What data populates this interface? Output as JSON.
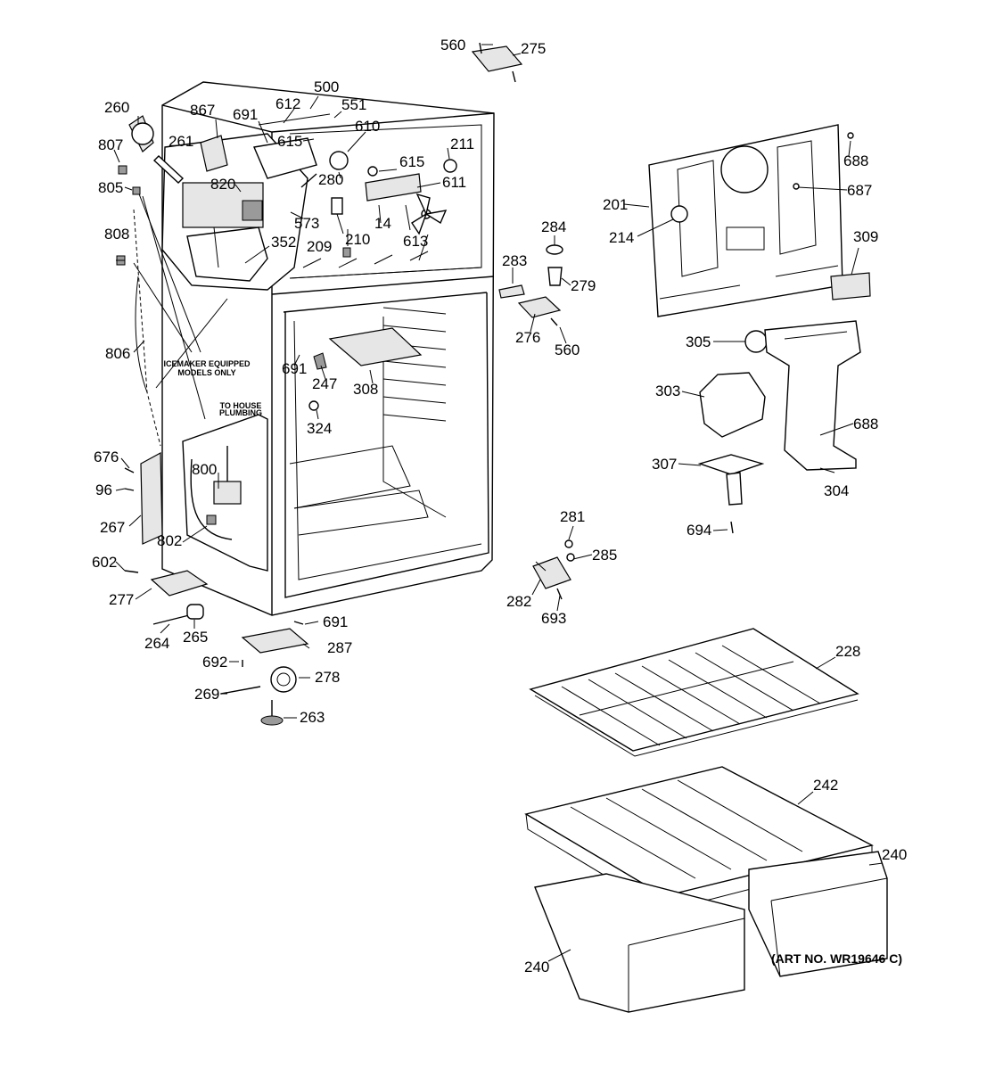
{
  "notes": {
    "icemaker_line1": "ICEMAKER EQUIPPED",
    "icemaker_line2": "MODELS ONLY",
    "house_line1": "TO HOUSE",
    "house_line2": "PLUMBING"
  },
  "art_number": "(ART NO. WR19646 C)",
  "labels": {
    "p560a": "560",
    "p275": "275",
    "p500": "500",
    "p612": "612",
    "p551": "551",
    "p691a": "691",
    "p610": "610",
    "p260": "260",
    "p867": "867",
    "p615a": "615",
    "p211": "211",
    "p807": "807",
    "p261": "261",
    "p615b": "615",
    "p688a": "688",
    "p820": "820",
    "p280": "280",
    "p611": "611",
    "p805": "805",
    "p687": "687",
    "p201": "201",
    "p573": "573",
    "p14": "14",
    "p284": "284",
    "p214": "214",
    "p209": "209",
    "p210": "210",
    "p613": "613",
    "p309": "309",
    "p808": "808",
    "p352": "352",
    "p283": "283",
    "p279": "279",
    "p276": "276",
    "p560b": "560",
    "p305": "305",
    "p806": "806",
    "p691b": "691",
    "p247": "247",
    "p308": "308",
    "p303": "303",
    "p688b": "688",
    "p324": "324",
    "p676": "676",
    "p800": "800",
    "p307": "307",
    "p304": "304",
    "p96": "96",
    "p267": "267",
    "p802": "802",
    "p281": "281",
    "p694": "694",
    "p602": "602",
    "p285": "285",
    "p282": "282",
    "p277": "277",
    "p693": "693",
    "p691c": "691",
    "p264": "264",
    "p265": "265",
    "p287": "287",
    "p228": "228",
    "p692": "692",
    "p278": "278",
    "p269": "269",
    "p263": "263",
    "p242": "242",
    "p240a": "240",
    "p240b": "240"
  }
}
